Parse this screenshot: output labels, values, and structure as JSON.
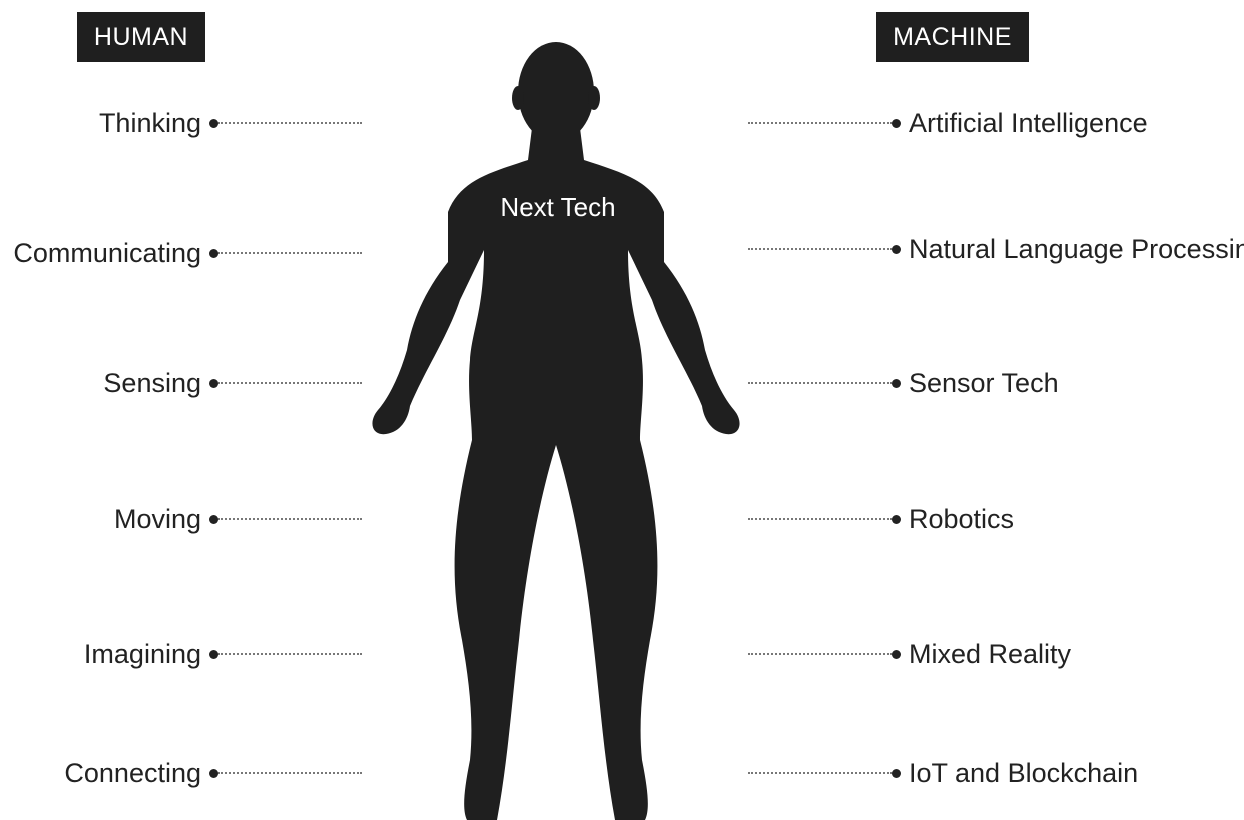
{
  "human_heading": "HUMAN",
  "machine_heading": "MACHINE",
  "center_label": "Next Tech",
  "human_items": [
    "Thinking",
    "Communicating",
    "Sensing",
    "Moving",
    "Imagining",
    "Connecting"
  ],
  "machine_items": [
    "Artificial Intelligence",
    "Natural Language Processing",
    "Sensor Tech",
    "Robotics",
    "Mixed Reality",
    "IoT and Blockchain"
  ],
  "colors": {
    "silhouette": "#1f1f1f",
    "heading_bg": "#1f1f1f",
    "text": "#222222",
    "connector": "#777777"
  }
}
